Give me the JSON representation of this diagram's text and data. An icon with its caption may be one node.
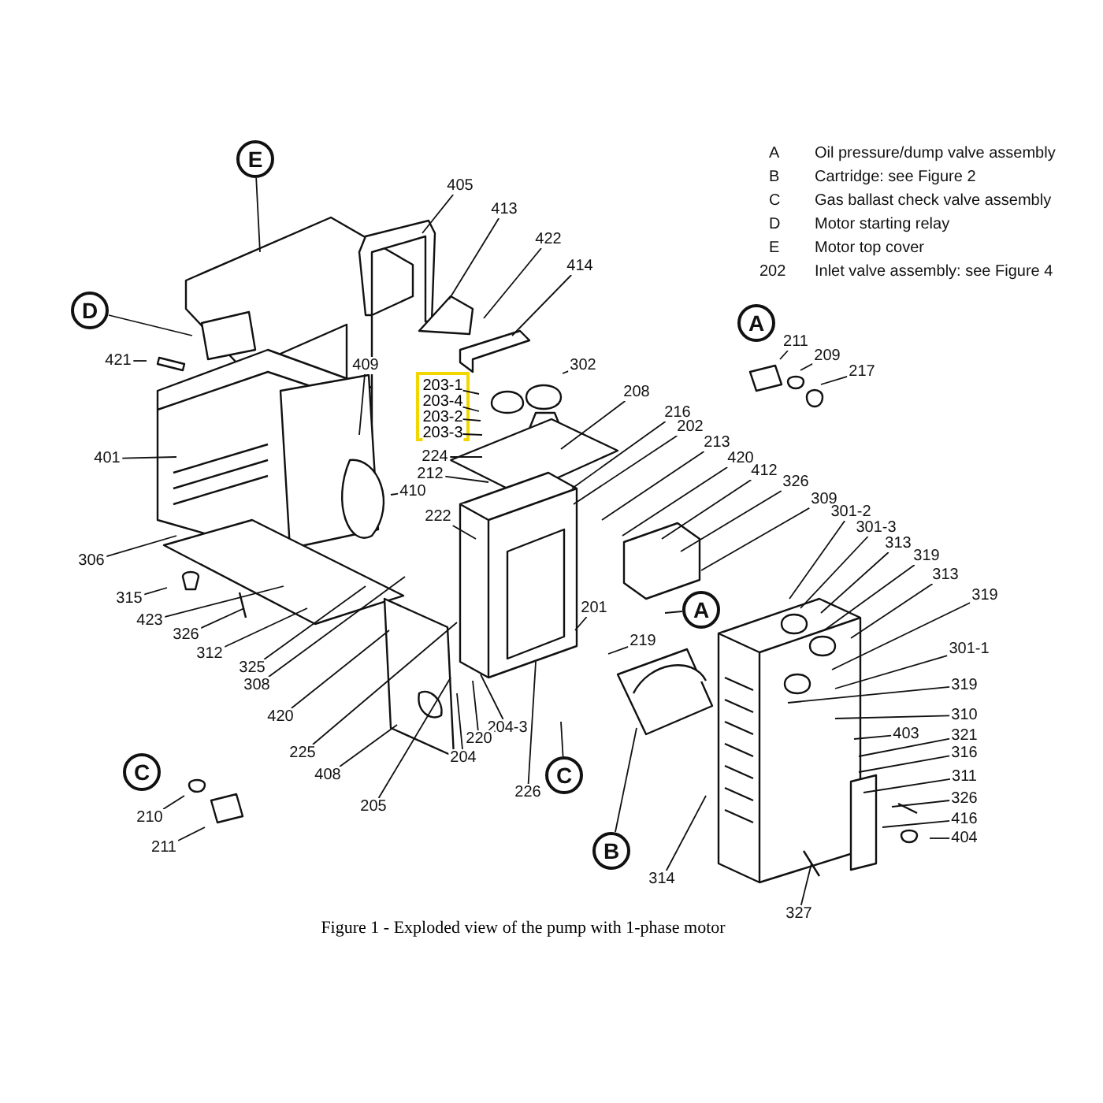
{
  "diagram": {
    "caption": "Figure 1 - Exploded view of the pump with 1-phase motor",
    "nodes": [
      {
        "text": [
          "E"
        ]
      },
      {
        "text": [
          "405"
        ]
      },
      {
        "text": [
          "413"
        ]
      },
      {
        "text": [
          "422"
        ]
      },
      {
        "text": [
          "414"
        ]
      },
      {
        "text": [
          "D"
        ]
      },
      {
        "text": [
          "A"
        ]
      },
      {
        "text": [
          "211"
        ]
      },
      {
        "text": [
          "209"
        ]
      },
      {
        "text": [
          "217"
        ]
      },
      {
        "text": [
          "421"
        ]
      },
      {
        "text": [
          "409"
        ]
      },
      {
        "text": [
          "302"
        ]
      },
      {
        "text": [],
        "shape": "box"
      },
      {
        "text": [
          "203-1"
        ],
        "in": 13
      },
      {
        "text": [
          "203-4"
        ],
        "in": 13
      },
      {
        "text": [
          "203-2"
        ],
        "in": 13
      },
      {
        "text": [
          "203-3"
        ],
        "in": 13
      },
      {
        "text": [
          "208"
        ]
      },
      {
        "text": [
          "216"
        ]
      },
      {
        "text": [
          "202"
        ]
      },
      {
        "text": [
          "213"
        ]
      },
      {
        "text": [
          "224"
        ]
      },
      {
        "text": [
          "401"
        ]
      },
      {
        "text": [
          "420"
        ]
      },
      {
        "text": [
          "212"
        ]
      },
      {
        "text": [
          "412"
        ]
      },
      {
        "text": [
          "326"
        ]
      },
      {
        "text": [
          "410"
        ]
      },
      {
        "text": [
          "309"
        ]
      },
      {
        "text": [
          "301-2"
        ]
      },
      {
        "text": [
          "222"
        ]
      },
      {
        "text": [
          "301-3"
        ]
      },
      {
        "text": [
          "313"
        ]
      },
      {
        "text": [
          "319"
        ]
      },
      {
        "text": [
          "306"
        ]
      },
      {
        "text": [
          "313"
        ]
      },
      {
        "text": [
          "319"
        ]
      },
      {
        "text": [
          "315"
        ]
      },
      {
        "text": [
          "201"
        ]
      },
      {
        "text": [
          "A"
        ]
      },
      {
        "text": [
          "423"
        ]
      },
      {
        "text": [
          "326"
        ]
      },
      {
        "text": [
          "219"
        ]
      },
      {
        "text": [
          "301-1"
        ]
      },
      {
        "text": [
          "312"
        ]
      },
      {
        "text": [
          "325"
        ]
      },
      {
        "text": [
          "308"
        ]
      },
      {
        "text": [
          "319"
        ]
      },
      {
        "text": [
          "310"
        ]
      },
      {
        "text": [
          "420"
        ]
      },
      {
        "text": [
          "204-3"
        ]
      },
      {
        "text": [
          "403"
        ]
      },
      {
        "text": [
          "321"
        ]
      },
      {
        "text": [
          "220"
        ]
      },
      {
        "text": [
          "316"
        ]
      },
      {
        "text": [
          "225"
        ]
      },
      {
        "text": [
          "204"
        ]
      },
      {
        "text": [
          "C"
        ]
      },
      {
        "text": [
          "C"
        ]
      },
      {
        "text": [
          "408"
        ]
      },
      {
        "text": [
          "311"
        ]
      },
      {
        "text": [
          "226"
        ]
      },
      {
        "text": [
          "326"
        ]
      },
      {
        "text": [
          "205"
        ]
      },
      {
        "text": [
          "210"
        ]
      },
      {
        "text": [
          "416"
        ]
      },
      {
        "text": [
          "404"
        ]
      },
      {
        "text": [
          "211"
        ]
      },
      {
        "text": [
          "B"
        ]
      },
      {
        "text": [
          "314"
        ]
      },
      {
        "text": [
          "327"
        ]
      }
    ],
    "edges": [
      {
        "from": 0,
        "to": null,
        "arrow": "none"
      },
      {
        "from": 1,
        "to": null,
        "arrow": "none"
      },
      {
        "from": 2,
        "to": null,
        "arrow": "none"
      },
      {
        "from": 3,
        "to": null,
        "arrow": "none"
      },
      {
        "from": 4,
        "to": null,
        "arrow": "none"
      },
      {
        "from": 5,
        "to": null,
        "arrow": "none"
      },
      {
        "from": 7,
        "to": null,
        "arrow": "none"
      },
      {
        "from": 8,
        "to": null,
        "arrow": "none"
      },
      {
        "from": 9,
        "to": null,
        "arrow": "none"
      },
      {
        "from": 10,
        "to": null,
        "arrow": "none"
      },
      {
        "from": 11,
        "to": null,
        "arrow": "none"
      },
      {
        "from": 12,
        "to": null,
        "arrow": "none"
      },
      {
        "from": 14,
        "to": null,
        "arrow": "none"
      },
      {
        "from": 15,
        "to": null,
        "arrow": "none"
      },
      {
        "from": 16,
        "to": null,
        "arrow": "none"
      },
      {
        "from": 17,
        "to": null,
        "arrow": "none"
      },
      {
        "from": 18,
        "to": null,
        "arrow": "none"
      },
      {
        "from": 19,
        "to": null,
        "arrow": "none"
      },
      {
        "from": 20,
        "to": null,
        "arrow": "none"
      },
      {
        "from": 21,
        "to": null,
        "arrow": "none"
      },
      {
        "from": 22,
        "to": null,
        "arrow": "none"
      },
      {
        "from": 23,
        "to": null,
        "arrow": "none"
      },
      {
        "from": 24,
        "to": null,
        "arrow": "none"
      },
      {
        "from": 25,
        "to": null,
        "arrow": "none"
      },
      {
        "from": 26,
        "to": null,
        "arrow": "none"
      },
      {
        "from": 27,
        "to": null,
        "arrow": "none"
      },
      {
        "from": 28,
        "to": null,
        "arrow": "none"
      },
      {
        "from": 29,
        "to": null,
        "arrow": "none"
      },
      {
        "from": 30,
        "to": null,
        "arrow": "none"
      },
      {
        "from": 31,
        "to": null,
        "arrow": "none"
      },
      {
        "from": 32,
        "to": null,
        "arrow": "none"
      },
      {
        "from": 33,
        "to": null,
        "arrow": "none"
      },
      {
        "from": 34,
        "to": null,
        "arrow": "none"
      },
      {
        "from": 35,
        "to": null,
        "arrow": "none"
      },
      {
        "from": 36,
        "to": null,
        "arrow": "none"
      },
      {
        "from": 37,
        "to": null,
        "arrow": "none"
      },
      {
        "from": 38,
        "to": null,
        "arrow": "none"
      },
      {
        "from": 39,
        "to": null,
        "arrow": "none"
      },
      {
        "from": 40,
        "to": null,
        "arrow": "none"
      },
      {
        "from": 41,
        "to": null,
        "arrow": "none"
      },
      {
        "from": 42,
        "to": null,
        "arrow": "none"
      },
      {
        "from": 43,
        "to": null,
        "arrow": "none"
      },
      {
        "from": 44,
        "to": null,
        "arrow": "none"
      },
      {
        "from": 45,
        "to": null,
        "arrow": "none"
      },
      {
        "from": 46,
        "to": null,
        "arrow": "none"
      },
      {
        "from": 47,
        "to": null,
        "arrow": "none"
      },
      {
        "from": 48,
        "to": null,
        "arrow": "none"
      },
      {
        "from": 49,
        "to": null,
        "arrow": "none"
      },
      {
        "from": 50,
        "to": null,
        "arrow": "none"
      },
      {
        "from": 51,
        "to": null,
        "arrow": "none"
      },
      {
        "from": 52,
        "to": null,
        "arrow": "none"
      },
      {
        "from": 53,
        "to": null,
        "arrow": "none"
      },
      {
        "from": 54,
        "to": null,
        "arrow": "none"
      },
      {
        "from": 55,
        "to": null,
        "arrow": "none"
      },
      {
        "from": 56,
        "to": null,
        "arrow": "none"
      },
      {
        "from": 57,
        "to": null,
        "arrow": "none"
      },
      {
        "from": 59,
        "to": null,
        "arrow": "none"
      },
      {
        "from": 60,
        "to": null,
        "arrow": "none"
      },
      {
        "from": 61,
        "to": null,
        "arrow": "none"
      },
      {
        "from": 62,
        "to": null,
        "arrow": "none"
      },
      {
        "from": 63,
        "to": null,
        "arrow": "none"
      },
      {
        "from": 64,
        "to": null,
        "arrow": "none"
      },
      {
        "from": 65,
        "to": null,
        "arrow": "none"
      },
      {
        "from": 66,
        "to": null,
        "arrow": "none"
      },
      {
        "from": 67,
        "to": null,
        "arrow": "none"
      },
      {
        "from": 68,
        "to": null,
        "arrow": "none"
      },
      {
        "from": 69,
        "to": null,
        "arrow": "none"
      },
      {
        "from": 70,
        "to": null,
        "arrow": "none"
      },
      {
        "from": 71,
        "to": null,
        "arrow": "none"
      }
    ],
    "labels": [
      "A",
      "Oil pressure/dump valve assembly",
      "B",
      "Cartridge: see Figure 2",
      "C",
      "Gas ballast check valve assembly",
      "D",
      "Motor starting relay",
      "E",
      "Motor top cover",
      "202",
      "Inlet valve assembly: see Figure 4"
    ]
  }
}
